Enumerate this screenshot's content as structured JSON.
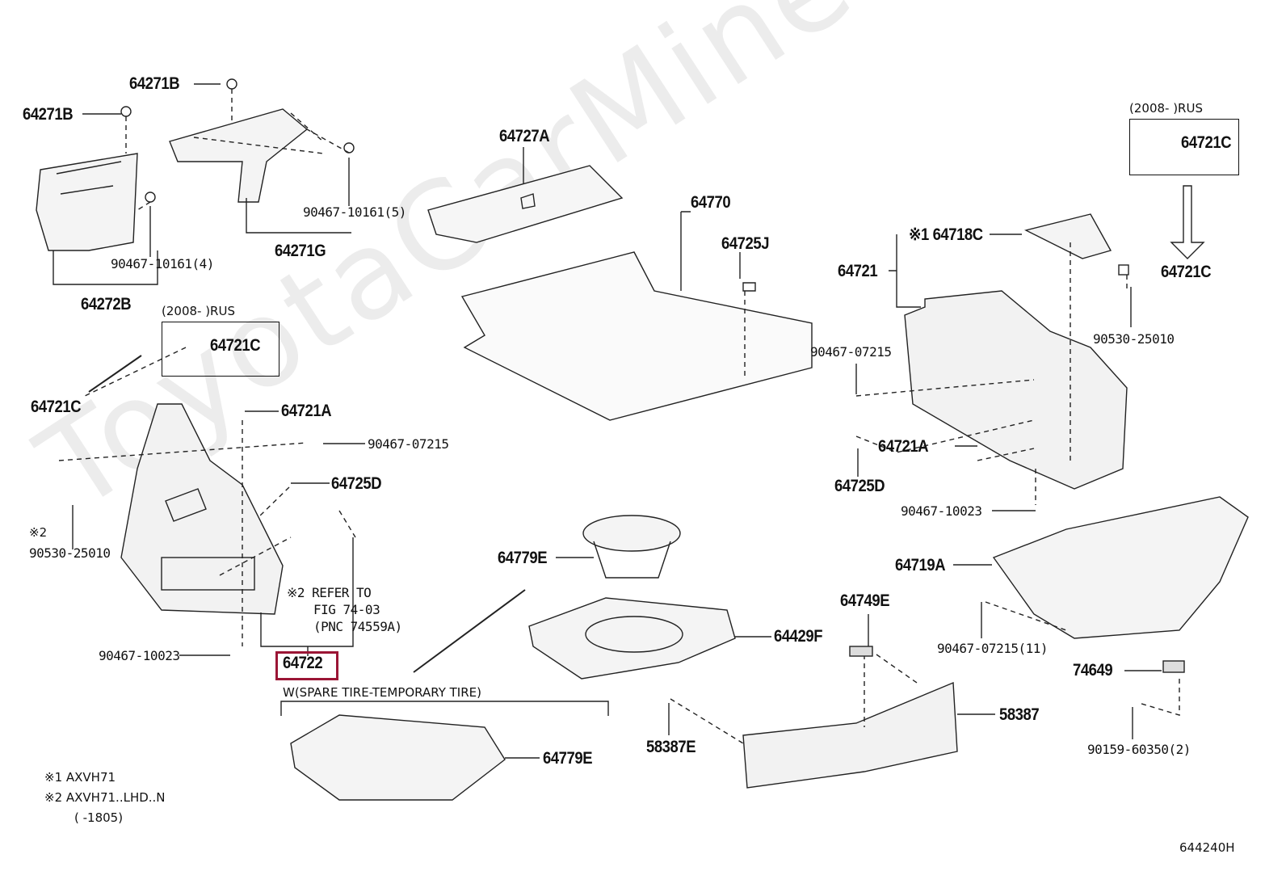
{
  "watermark": "ToyotaCarMine.ru",
  "diagram_code": "644240H",
  "highlight_color": "#9b1535",
  "highlighted_part": "64722",
  "labels": {
    "p64271B_a": "64271B",
    "p64271B_b": "64271B",
    "p90467_10161_5": "90467-10161(5)",
    "p90467_10161_4": "90467-10161(4)",
    "p64271G": "64271G",
    "p64272B": "64272B",
    "p64727A": "64727A",
    "p64770": "64770",
    "p64725J": "64725J",
    "rus_left": "(2008-      )RUS",
    "p64721C_box_left": "64721C",
    "p64721C_left": "64721C",
    "p64721A_left": "64721A",
    "p90467_07215_left": "90467-07215",
    "p64725D_left": "64725D",
    "mark2_left": "※2",
    "p90530_25010_left": "90530-25010",
    "refer_1": "※2 REFER  TO",
    "refer_2": "FIG 74-03",
    "refer_3": "(PNC 74559A)",
    "p90467_10023_left": "90467-10023",
    "p64722": "64722",
    "spare_tire": "W(SPARE TIRE-TEMPORARY TIRE)",
    "p64779E_bottom": "64779E",
    "p64779E_mid": "64779E",
    "p64429F": "64429F",
    "p64749E": "64749E",
    "p58387E": "58387E",
    "p58387": "58387",
    "rus_right": "(2008-      )RUS",
    "p64721C_box_right": "64721C",
    "mark1_64718C": "※1 64718C",
    "p64721": "64721",
    "p64721C_right": "64721C",
    "p90530_25010_right": "90530-25010",
    "p90467_07215_right": "90467-07215",
    "p64721A_right": "64721A",
    "p64725D_right": "64725D",
    "p90467_10023_right": "90467-10023",
    "p64719A": "64719A",
    "p90467_07215_11": "90467-07215(11)",
    "p74649": "74649",
    "p90159_60350_2": "90159-60350(2)"
  },
  "legend": [
    "※1 AXVH71",
    "※2 AXVH71..LHD..N",
    "(      -1805)"
  ]
}
